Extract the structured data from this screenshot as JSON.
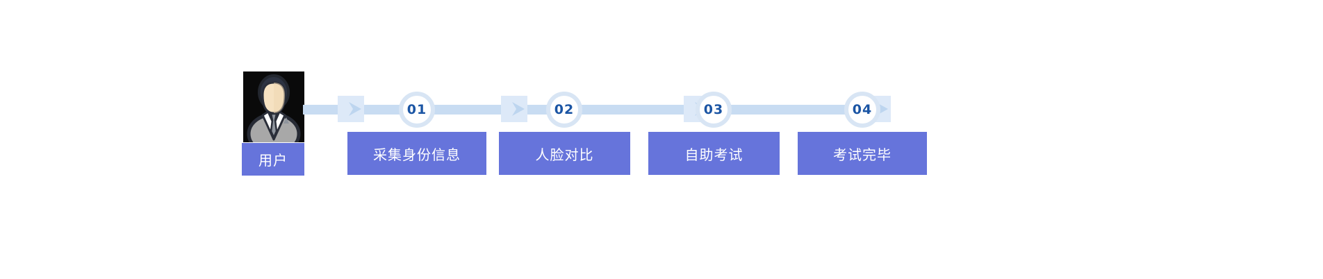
{
  "flow": {
    "user_label": "用户",
    "steps": [
      {
        "number": "01",
        "label": "采集身份信息"
      },
      {
        "number": "02",
        "label": "人脸对比"
      },
      {
        "number": "03",
        "label": "自助考试"
      },
      {
        "number": "04",
        "label": "考试完毕"
      }
    ]
  },
  "icons": {
    "avatar": "person-icon",
    "marker": "arrow-right-icon"
  },
  "colors": {
    "step_box": "#6674db",
    "flow_line": "#c8dcf2",
    "marker_square": "#dde9f8",
    "circle_ring": "#d8e5f4",
    "step_number": "#1b55a4",
    "label_text": "#ffffff",
    "avatar_background": "#0a0a0a"
  }
}
